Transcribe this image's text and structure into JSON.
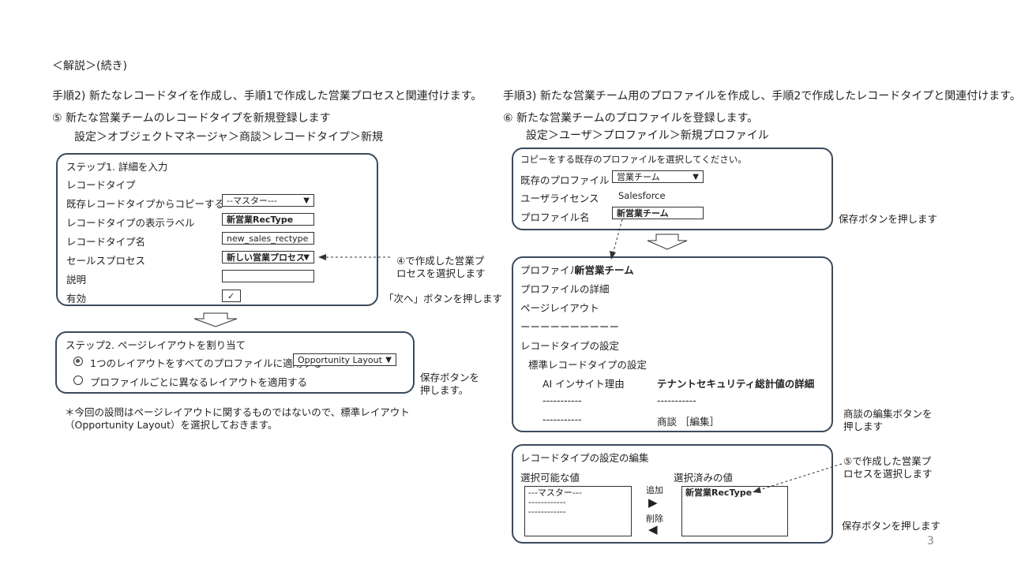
{
  "slide": {
    "heading": "＜解説＞(続き)",
    "page_number": "3"
  },
  "left": {
    "step_title": "手順2) 新たなレコードタイを作成し、手順1で作成した営業プロセスと関連付けます。",
    "sub_title": "⑤ 新たな営業チームのレコードタイプを新規登録します",
    "path": "設定＞オブジェクトマネージャ＞商談＞レコードタイプ＞新規",
    "step1": {
      "title": "ステップ1. 詳細を入力",
      "section": "レコードタイプ",
      "copy_label": "既存レコードタイプからコピーする",
      "copy_value": "--マスター---",
      "display_label": "レコードタイプの表示ラベル",
      "display_value": "新営業RecType",
      "name_label": "レコードタイプ名",
      "name_value": "new_sales_rectype",
      "process_label": "セールスプロセス",
      "process_value": "新しい営業プロセス",
      "desc_label": "説明",
      "desc_value": "",
      "active_label": "有効",
      "active_check": "✓"
    },
    "note_process_1": "④で作成した営業プ",
    "note_process_2": "ロセスを選択します",
    "note_next": "「次へ」ボタンを押します",
    "step2": {
      "title": "ステップ2. ページレイアウトを割り当て",
      "option1": "1つのレイアウトをすべてのプロファイルに適用する",
      "option1_select": "Opportunity Layout",
      "option2": "プロファイルごとに異なるレイアウトを適用する"
    },
    "note_save_1": "保存ボタンを",
    "note_save_2": "押します。",
    "footnote_1": "＊今回の設問はページレイアウトに関するものではないので、標準レイアウト",
    "footnote_2": "（Opportunity  Layout）を選択しておきます。"
  },
  "right": {
    "step_title": "手順3) 新たな営業チーム用のプロファイルを作成し、手順2で作成したレコードタイプと関連付けます。",
    "sub_title": "⑥ 新たな営業チームのプロファイルを登録します。",
    "path": "設定＞ユーザ＞プロファイル＞新規プロファイル",
    "copy_box": {
      "instruction": "コピーをする既存のプロファイルを選択してください。",
      "existing_label": "既存のプロファイル",
      "existing_value": "営業チーム",
      "license_label": "ユーザライセンス",
      "license_value": "Salesforce",
      "name_label": "プロファイル名",
      "name_value": "新営業チーム"
    },
    "note_save": "保存ボタンを押します",
    "profile_box": {
      "profile_label": "プロファイル",
      "profile_name": "新営業チーム",
      "details": "プロファイルの詳細",
      "page_layout": "ページレイアウト",
      "dashes_long": "ーーーーーーーーーー",
      "rt_settings": "レコードタイプの設定",
      "std_rt_settings": "標準レコードタイプの設定",
      "col1_header": "AI インサイト理由",
      "col2_header": "テナントセキュリティ総計値の詳細",
      "col1_row1": "-----------",
      "col2_row1": "-----------",
      "col1_row2": "-----------",
      "col2_row2": "商談 ［編集］"
    },
    "note_edit_1": "商談の編集ボタンを",
    "note_edit_2": "押します",
    "edit_box": {
      "title": "レコードタイプの設定の編集",
      "available_label": "選択可能な値",
      "selected_label": "選択済みの値",
      "available_items": [
        "---マスター---",
        "------------",
        "------------"
      ],
      "selected_items": [
        "新営業RecType"
      ],
      "add_label": "追加",
      "remove_label": "削除"
    },
    "note_select_1": "⑤で作成した営業プ",
    "note_select_2": "ロセスを選択します",
    "note_save2": "保存ボタンを押します"
  },
  "icons": {
    "dropdown": "dropdown-arrow-icon",
    "down_arrow": "hollow-down-arrow-icon",
    "add": "right-triangle-icon",
    "remove": "left-triangle-icon"
  }
}
